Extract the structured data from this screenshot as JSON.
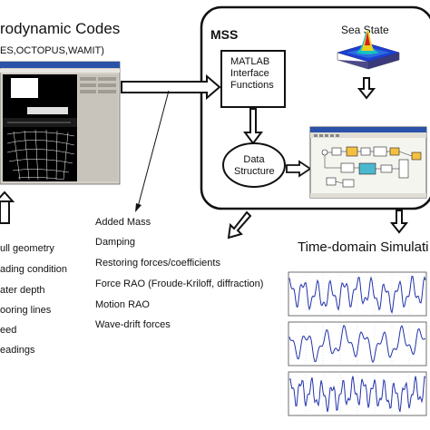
{
  "hydro": {
    "title": "rodynamic Codes",
    "subtitle": "ES,OCTOPUS,WAMIT)"
  },
  "mss": {
    "label": "MSS",
    "matlab_box": [
      "MATLAB",
      "Interface",
      "Functions"
    ],
    "data_structure": [
      "Data",
      "Structure"
    ]
  },
  "sea_state": {
    "label": "Sea State"
  },
  "inputs": [
    "ull geometry",
    "ading condition",
    "ater depth",
    "ooring lines",
    "eed",
    "eadings"
  ],
  "outputs": [
    "Added Mass",
    "Damping",
    "Restoring forces/coefficients",
    "Force RAO (Froude-Kriloff, diffraction)",
    "Motion RAO",
    "Wave-drift forces"
  ],
  "time_domain": {
    "title": "Time-domain Simulati"
  },
  "colors": {
    "line": "#111111",
    "signal": "#2233aa",
    "dark_bg": "#000000",
    "window_blue": "#2a52a8",
    "sea_peak": "#d62020",
    "sea_base": "#1e3fd0"
  }
}
